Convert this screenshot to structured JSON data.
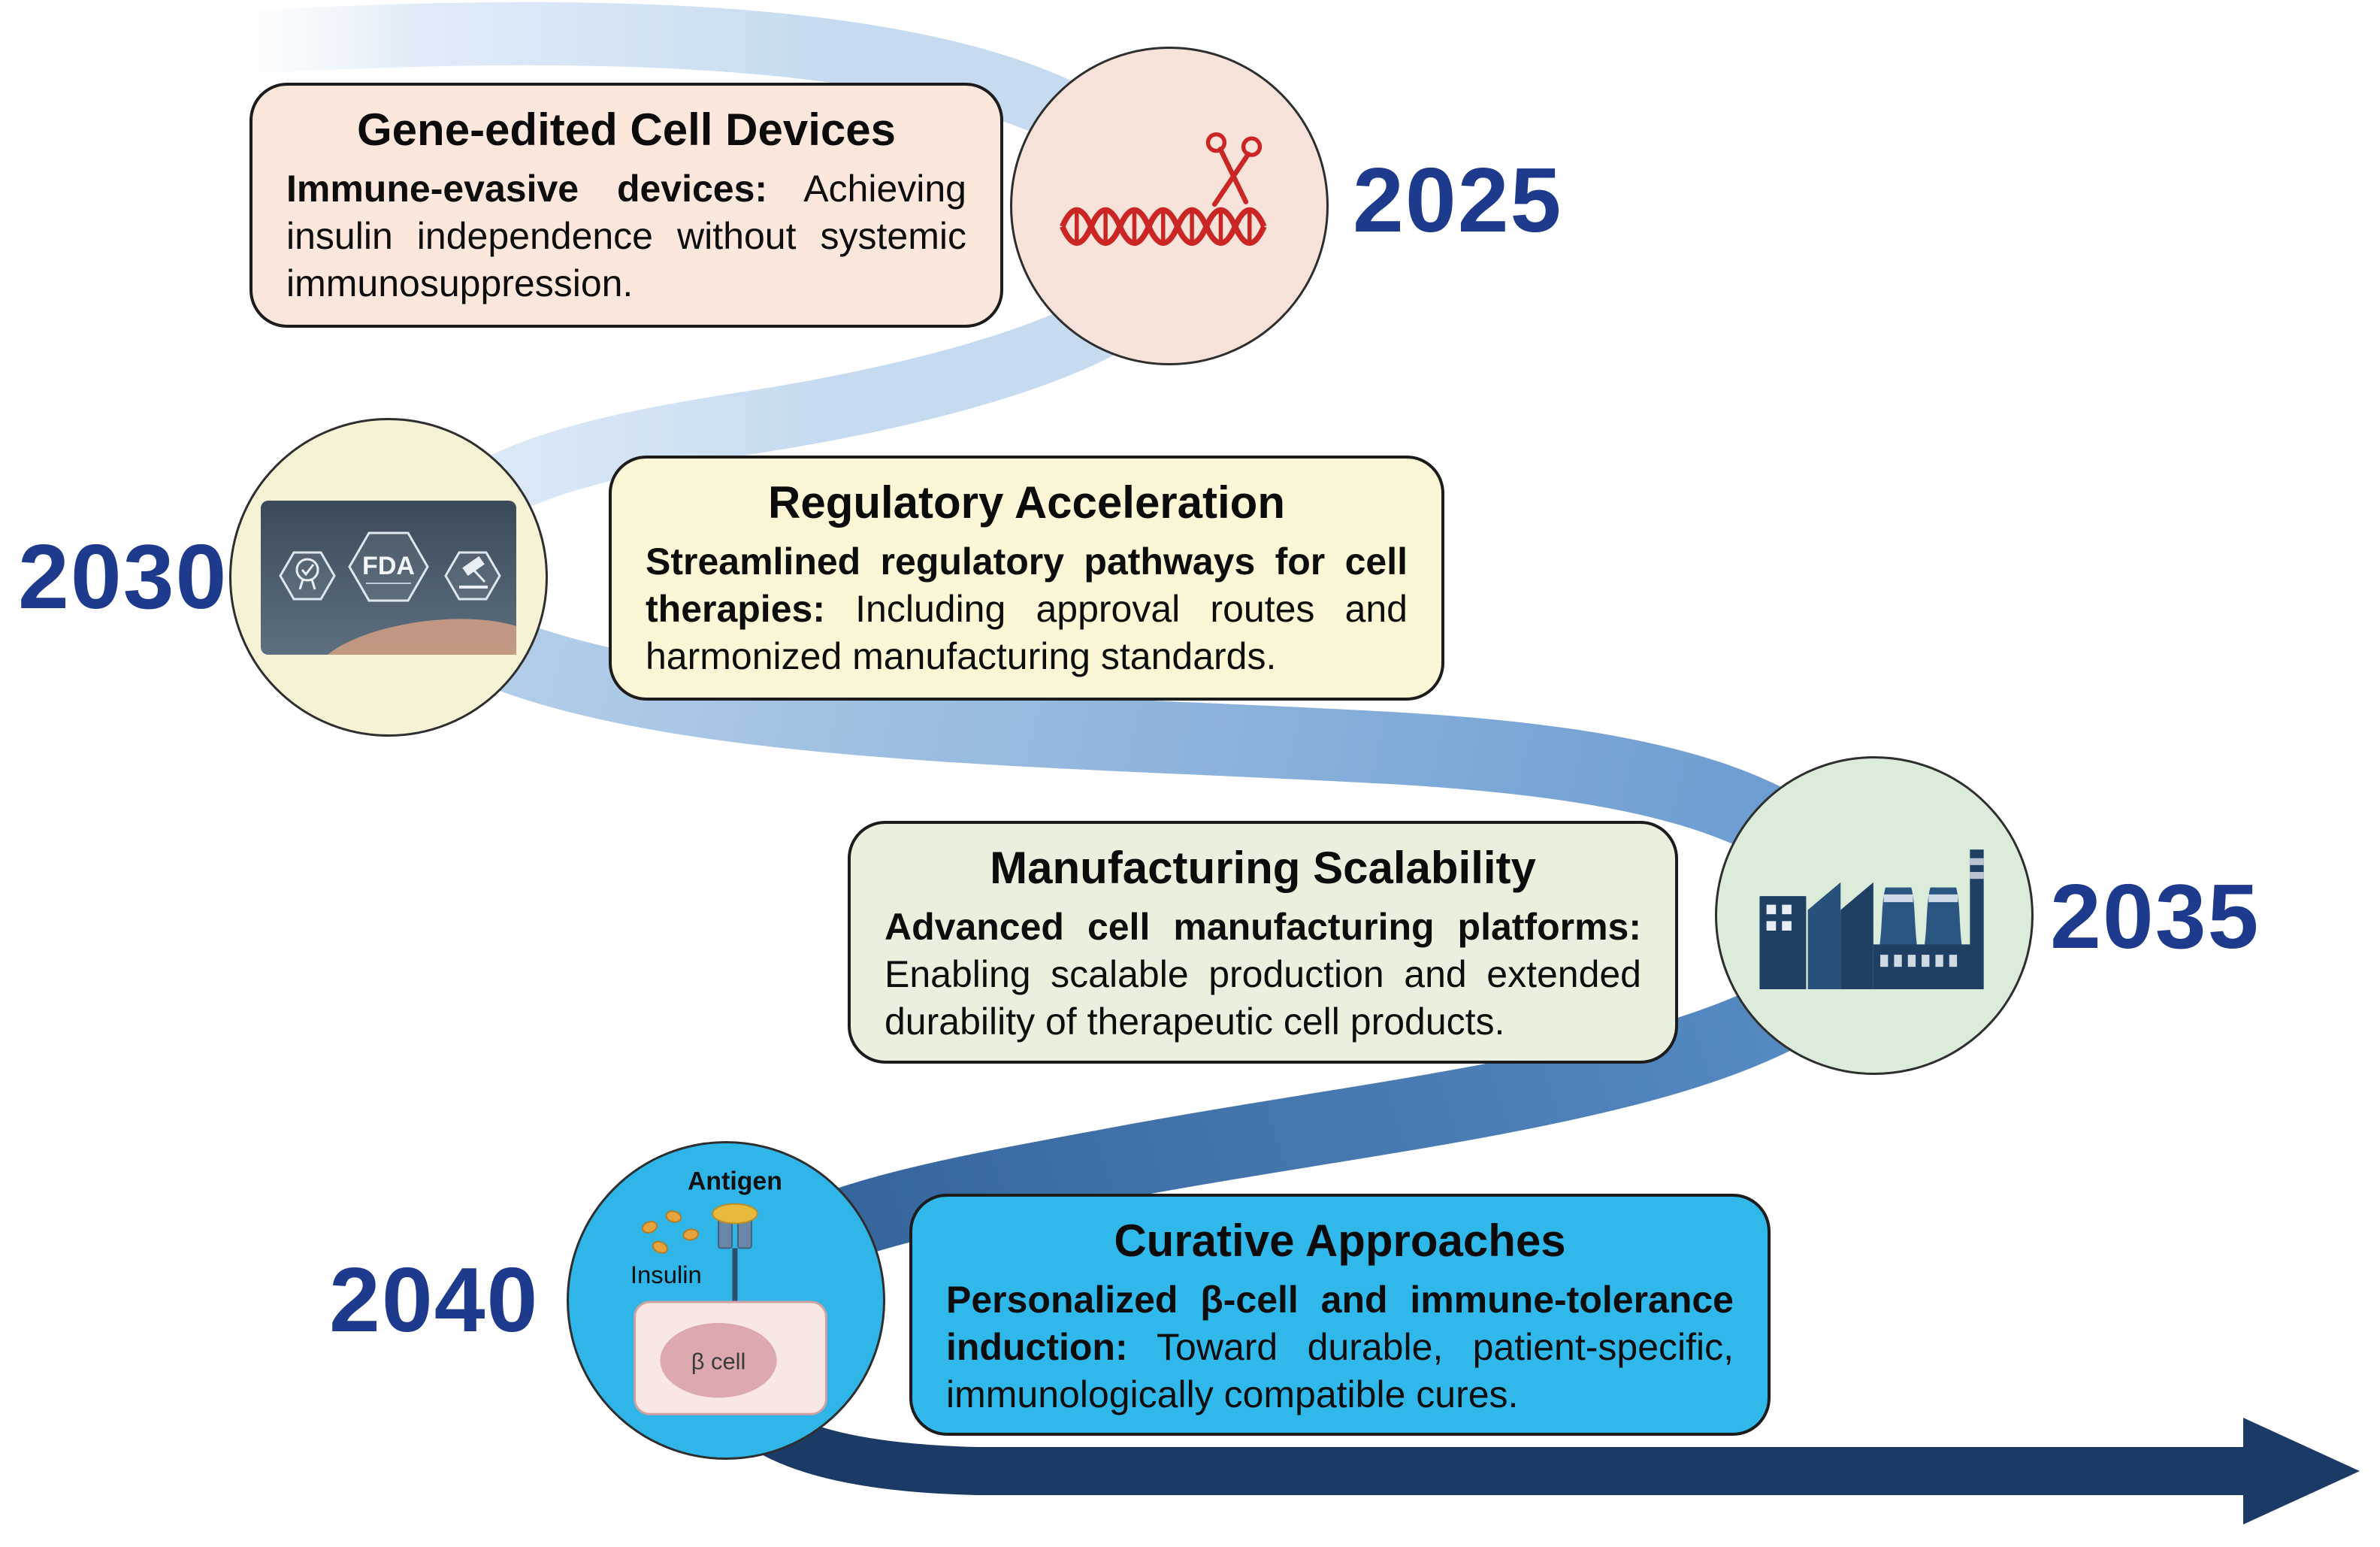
{
  "colors": {
    "year_text": "#1e3a8c",
    "ribbon_light": "#c3d9ef",
    "ribbon_mid": "#5e93cc",
    "ribbon_dark": "#2d5c95",
    "arrow_navy": "#1b3a66",
    "dna_red": "#cb2626",
    "cyan_box": "#2fb8e9"
  },
  "milestones": [
    {
      "year": "2025",
      "title": "Gene-edited Cell Devices",
      "lead": "Immune-evasive devices:",
      "body": " Achieving insulin independence without systemic immunosuppression.",
      "icon": "dna-scissors-icon"
    },
    {
      "year": "2030",
      "title": "Regulatory Acceleration",
      "lead": "Streamlined regulatory pathways for cell therapies:",
      "body": " Including approval routes and harmonized manufacturing standards.",
      "icon": "fda-approval-icon",
      "photo_label": "FDA"
    },
    {
      "year": "2035",
      "title": "Manufacturing Scalability",
      "lead": "Advanced cell manufacturing platforms:",
      "body": " Enabling scalable production and extended durability of therapeutic cell products.",
      "icon": "factory-icon"
    },
    {
      "year": "2040",
      "title": "Curative Approaches",
      "lead": "Personalized β-cell and immune-tolerance induction:",
      "body": " Toward durable, patient-specific, immunologically compatible cures.",
      "icon": "beta-cell-icon",
      "diagram_labels": {
        "antigen": "Antigen",
        "insulin": "Insulin",
        "beta_cell": "β cell"
      }
    }
  ]
}
